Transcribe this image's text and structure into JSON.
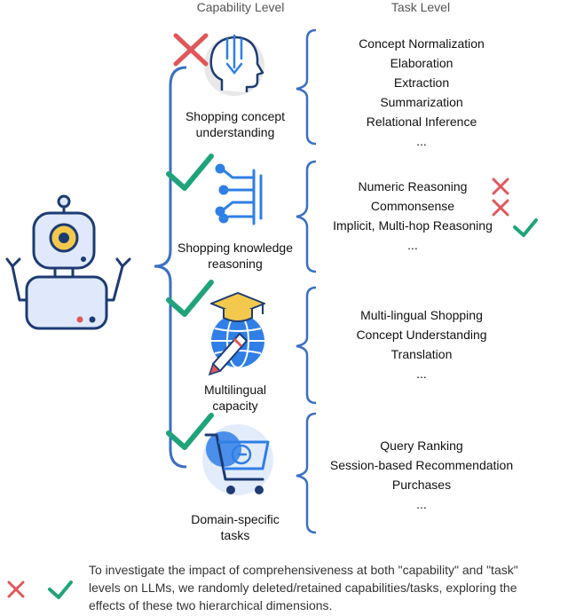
{
  "headers": {
    "capability": "Capability Level",
    "task": "Task Level"
  },
  "capabilities": [
    {
      "label_line1": "Shopping concept",
      "label_line2": "understanding",
      "icon": "head-download-icon",
      "status": "cross"
    },
    {
      "label_line1": "Shopping knowledge",
      "label_line2": "reasoning",
      "icon": "circuit-icon",
      "status": "check"
    },
    {
      "label_line1": "Multilingual",
      "label_line2": "capacity",
      "icon": "globe-graduation-icon",
      "status": "check"
    },
    {
      "label_line1": "Domain-specific",
      "label_line2": "tasks",
      "icon": "shopping-cart-icon",
      "status": "check"
    }
  ],
  "task_groups": [
    {
      "items": [
        "Concept Normalization",
        "Elaboration",
        "Extraction",
        "Summarization",
        "Relational Inference",
        "..."
      ]
    },
    {
      "items": [
        "Numeric Reasoning",
        "Commonsense",
        "Implicit, Multi-hop Reasoning",
        "..."
      ],
      "marks": [
        "cross",
        "cross",
        "check"
      ]
    },
    {
      "items": [
        "Multi-lingual Shopping",
        "Concept Understanding",
        "Translation",
        "..."
      ]
    },
    {
      "items": [
        "Query Ranking",
        "Session-based Recommendation",
        "Purchases",
        "..."
      ]
    }
  ],
  "caption": {
    "line1": "To investigate the impact of comprehensiveness at both \"capability\" and \"task\"",
    "line2": "levels on LLMs, we randomly deleted/retained capabilities/tasks, exploring the",
    "line3": "effects of these two hierarchical dimensions."
  },
  "colors": {
    "bracket": "#3a6fc4",
    "check": "#1fa37a",
    "cross": "#e0575a",
    "icon_blue": "#2f7fe6",
    "robot_light": "#dfe9fb",
    "robot_stroke": "#1d3b73",
    "gold": "#f2c94c"
  }
}
